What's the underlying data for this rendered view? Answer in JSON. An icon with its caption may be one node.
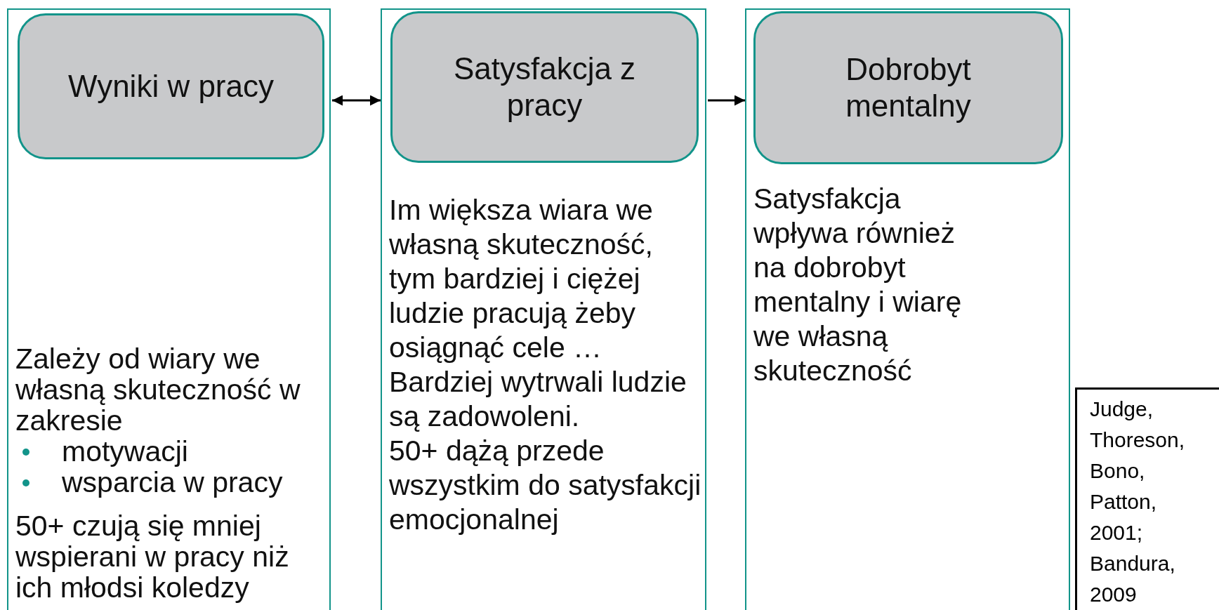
{
  "diagram": {
    "nodes": [
      {
        "text": [
          "Zależy od wiary we własną skuteczność w zakresie",
          "motywacji",
          "wsparcia w pracy",
          "50+ czują się mniej wspierani w pracy niż ich młodsi koledzy"
        ]
      },
      {
        "text": [
          "Wyniki w pracy"
        ],
        "in": 0
      },
      {
        "text": [
          "Im większa wiara we własną skuteczność, tym bardziej i ciężej ludzie pracują żeby osiągnąć cele …",
          "Bardziej wytrwali ludzie są zadowoleni.",
          "50+ dążą przede wszystkim do satysfakcji emocjonalnej"
        ]
      },
      {
        "text": [
          "Satysfakcja z pracy"
        ],
        "in": 2
      },
      {
        "text": [
          "Satysfakcja wpływa również na dobrobyt mentalny i wiarę we własną skuteczność"
        ]
      },
      {
        "text": [
          "Dobrobyt mentalny"
        ],
        "in": 4
      },
      {
        "text": [
          "Judge, Thoreson, Bono, Patton, 2001; Bandura, 2009"
        ]
      }
    ],
    "edges": [
      {
        "from": 0,
        "to": 2,
        "arrow": "both"
      },
      {
        "from": 2,
        "to": 4,
        "arrow": "to"
      }
    ]
  }
}
